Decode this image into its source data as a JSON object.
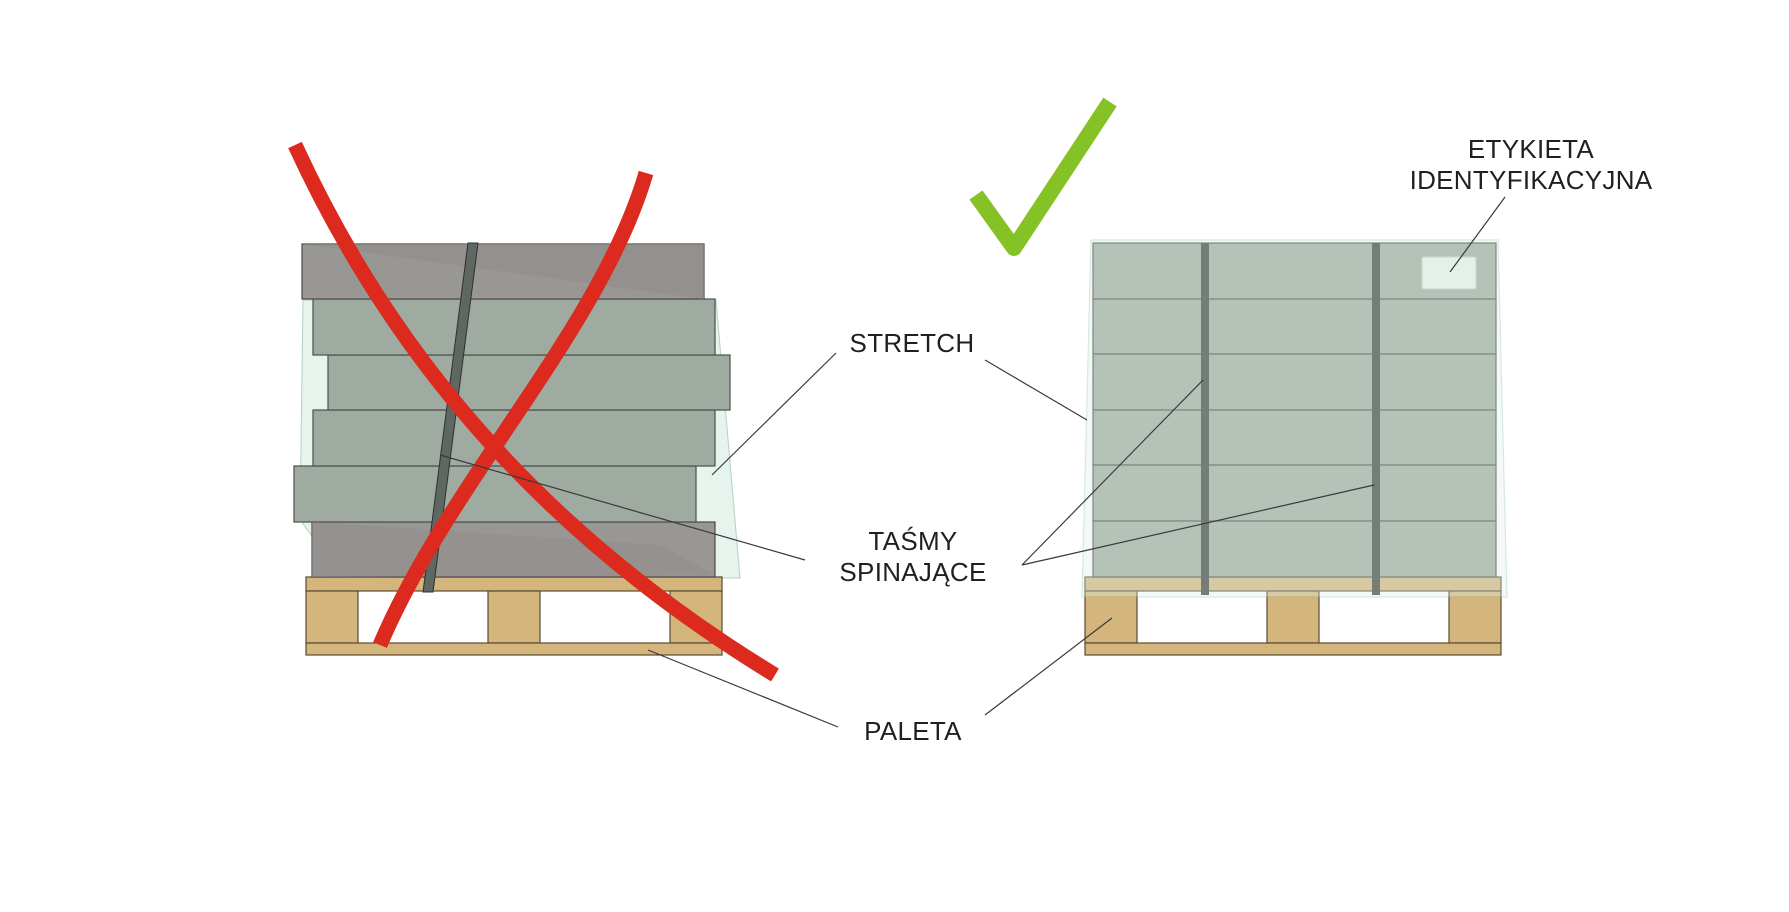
{
  "labels": {
    "stretch": "STRETCH",
    "strapping_line1": "TAŚMY",
    "strapping_line2": "SPINAJĄCE",
    "pallet": "PALETA",
    "id_label_line1": "ETYKIETA",
    "id_label_line2": "IDENTYFIKACYJNA"
  },
  "marks": {
    "wrong": "cross-icon",
    "correct": "check-icon"
  },
  "colors": {
    "cross": "#dc2a1f",
    "check": "#84c225",
    "wood": "#d4b57c",
    "load": "#9faaa0",
    "strap": "#3b3f3d",
    "stretch_film": "#e3f1ea"
  }
}
